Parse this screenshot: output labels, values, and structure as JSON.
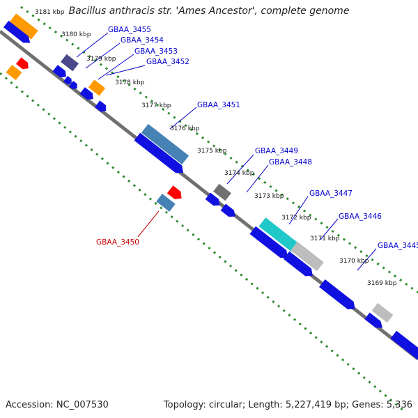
{
  "title": "Bacillus anthracis str. 'Ames Ancestor', complete genome",
  "accession": "Accession: NC_007530",
  "summary": "Topology: circular; Length: 5,227,419 bp; Genes: 5,336",
  "ticks": [
    "3181 kbp",
    "3180 kbp",
    "3179 kbp",
    "3178 kbp",
    "3177 kbp",
    "3176 kbp",
    "3175 kbp",
    "3174 kbp",
    "3173 kbp",
    "3172 kbp",
    "3171 kbp",
    "3170 kbp",
    "3169 kbp"
  ],
  "gene_labels": [
    "GBAA_3455",
    "GBAA_3454",
    "GBAA_3453",
    "GBAA_3452",
    "GBAA_3451",
    "GBAA_3449",
    "GBAA_3448",
    "GBAA_3447",
    "GBAA_3446",
    "GBAA_3445",
    "GBAA_3450"
  ],
  "colors": {
    "backbone": "#808080",
    "guide": "#2e8b2e",
    "label_blue": "#0000cc",
    "label_red": "#cc0000",
    "cds": "#1010e0",
    "orange": "#ff9900",
    "red": "#ff0000",
    "purple": "#4a4a8a",
    "steelblue": "#4682b4",
    "gray": "#707070",
    "cyan": "#20c8c8",
    "lightgray": "#bdbdbd"
  }
}
